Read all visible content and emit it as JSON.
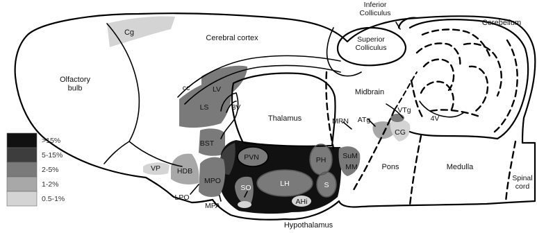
{
  "colors": {
    "c15": "#111111",
    "c5_15": "#3d3d3d",
    "c2_5": "#7a7a7a",
    "c1_2": "#a8a8a8",
    "c05_1": "#d4d4d4",
    "white": "#ffffff",
    "outline": "#000000"
  },
  "regions": {
    "inferior_colliculus": "Inferior\nColliculus",
    "cerebellum": "Cerebellum",
    "cg": "Cg",
    "cerebral_cortex": "Cerebral cortex",
    "superior_colliculus": "Superior\nColliculus",
    "olfactory_bulb": "Olfactory\nbulb",
    "cc": "cc",
    "lv": "LV",
    "ls": "LS",
    "three_v": "3V",
    "midbrain": "Midbrain",
    "thalamus": "Thalamus",
    "mrn": "MRN",
    "atg": "ATg",
    "vtg": "VTg",
    "cg_central_gray": "CG",
    "four_v": "4V",
    "bst": "BST",
    "pvn": "PVN",
    "ph": "PH",
    "sum": "SuM",
    "mm": "MM",
    "pons": "Pons",
    "medulla": "Medulla",
    "spinal_cord": "Spinal\ncord",
    "vp": "VP",
    "hdb": "HDB",
    "mpo": "MPO",
    "so": "SO",
    "lh": "LH",
    "s": "S",
    "ahi": "AHi",
    "lpo": "LPO",
    "mpa": "MPA",
    "hypothalamus": "Hypothalamus"
  },
  "legend": [
    {
      "label": ">15%",
      "color": "#111111"
    },
    {
      "label": "5-15%",
      "color": "#3d3d3d"
    },
    {
      "label": "2-5%",
      "color": "#7a7a7a"
    },
    {
      "label": "1-2%",
      "color": "#a8a8a8"
    },
    {
      "label": "0.5-1%",
      "color": "#d4d4d4"
    }
  ]
}
